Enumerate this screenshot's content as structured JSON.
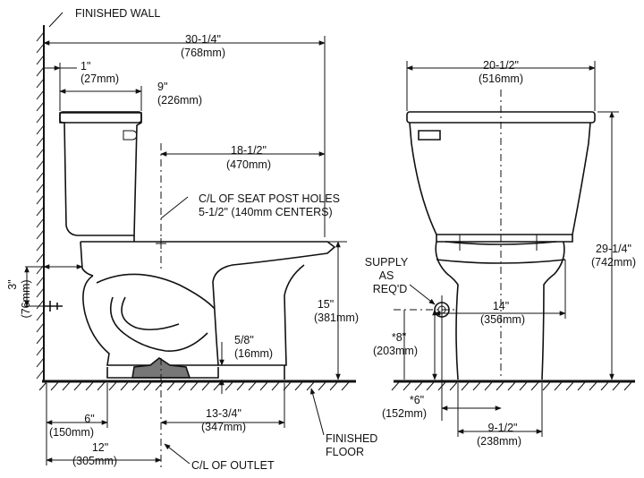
{
  "side_view": {
    "finished_wall": "FINISHED WALL",
    "overall_depth": {
      "imperial": "30-1/4\"",
      "metric": "(768mm)"
    },
    "tank_offset": {
      "imperial": "1\"",
      "metric": "(27mm)"
    },
    "tank_depth": {
      "imperial": "9\"",
      "metric": "(226mm)"
    },
    "seat_post_distance": {
      "imperial": "18-1/2\"",
      "metric": "(470mm)"
    },
    "seat_post_note_line1": "C/L OF SEAT POST HOLES",
    "seat_post_note_line2": "5-1/2\" (140mm CENTERS)",
    "supply_height": {
      "imperial": "3\"",
      "metric": "(76mm)"
    },
    "rim_height": {
      "imperial": "15\"",
      "metric": "(381mm)"
    },
    "flange_gap": {
      "imperial": "5/8\"",
      "metric": "(16mm)"
    },
    "base_front": {
      "imperial": "6\"",
      "metric": "(150mm)"
    },
    "base_depth": {
      "imperial": "13-3/4\"",
      "metric": "(347mm)"
    },
    "rough_in": {
      "imperial": "12\"",
      "metric": "(305mm)"
    },
    "outlet_label": "C/L OF OUTLET",
    "floor_label_line1": "FINISHED",
    "floor_label_line2": "FLOOR"
  },
  "front_view": {
    "tank_width": {
      "imperial": "20-1/2\"",
      "metric": "(516mm)"
    },
    "overall_height": {
      "imperial": "29-1/4\"",
      "metric": "(742mm)"
    },
    "supply_label_line1": "SUPPLY",
    "supply_label_line2": "AS",
    "supply_label_line3": "REQ'D",
    "supply_height": {
      "imperial": "*8\"",
      "metric": "(203mm)"
    },
    "bowl_width": {
      "imperial": "14\"",
      "metric": "(356mm)"
    },
    "supply_offset": {
      "imperial": "*6\"",
      "metric": "(152mm)"
    },
    "base_width": {
      "imperial": "9-1/2\"",
      "metric": "(238mm)"
    }
  }
}
